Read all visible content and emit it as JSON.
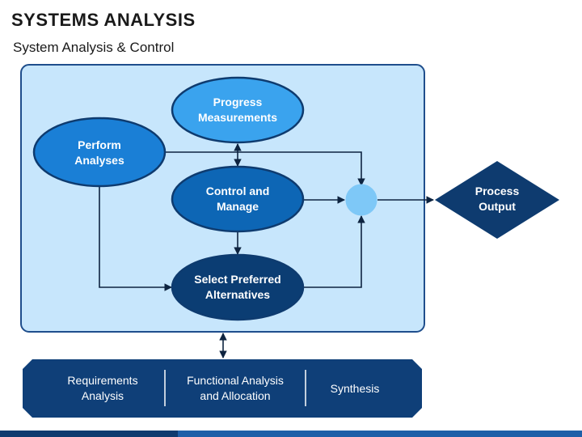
{
  "header": {
    "title": "SYSTEMS ANALYSIS",
    "subtitle": "System Analysis & Control"
  },
  "nodes": {
    "progress": [
      "Progress",
      "Measurements"
    ],
    "perform": [
      "Perform",
      "Analyses"
    ],
    "control": [
      "Control and",
      "Manage"
    ],
    "select": [
      "Select Preferred",
      "Alternatives"
    ],
    "output": [
      "Process",
      "Output"
    ]
  },
  "bottom_bar": {
    "items": [
      [
        "Requirements",
        "Analysis"
      ],
      [
        "Functional Analysis",
        "and Allocation"
      ],
      [
        "Synthesis"
      ]
    ]
  },
  "colors": {
    "panel_fill": "#c7e6fc",
    "panel_border": "#1f4e8c",
    "progress_fill": "#3aa3ee",
    "perform_fill": "#1a7fd6",
    "control_fill": "#0d66b5",
    "select_fill": "#0b3d73",
    "junction_fill": "#7ec8f7",
    "dark_navy": "#0e3b6f",
    "bottom_bar_fill": "#0f3f78",
    "footer_stripe": "#1d5fa8"
  }
}
